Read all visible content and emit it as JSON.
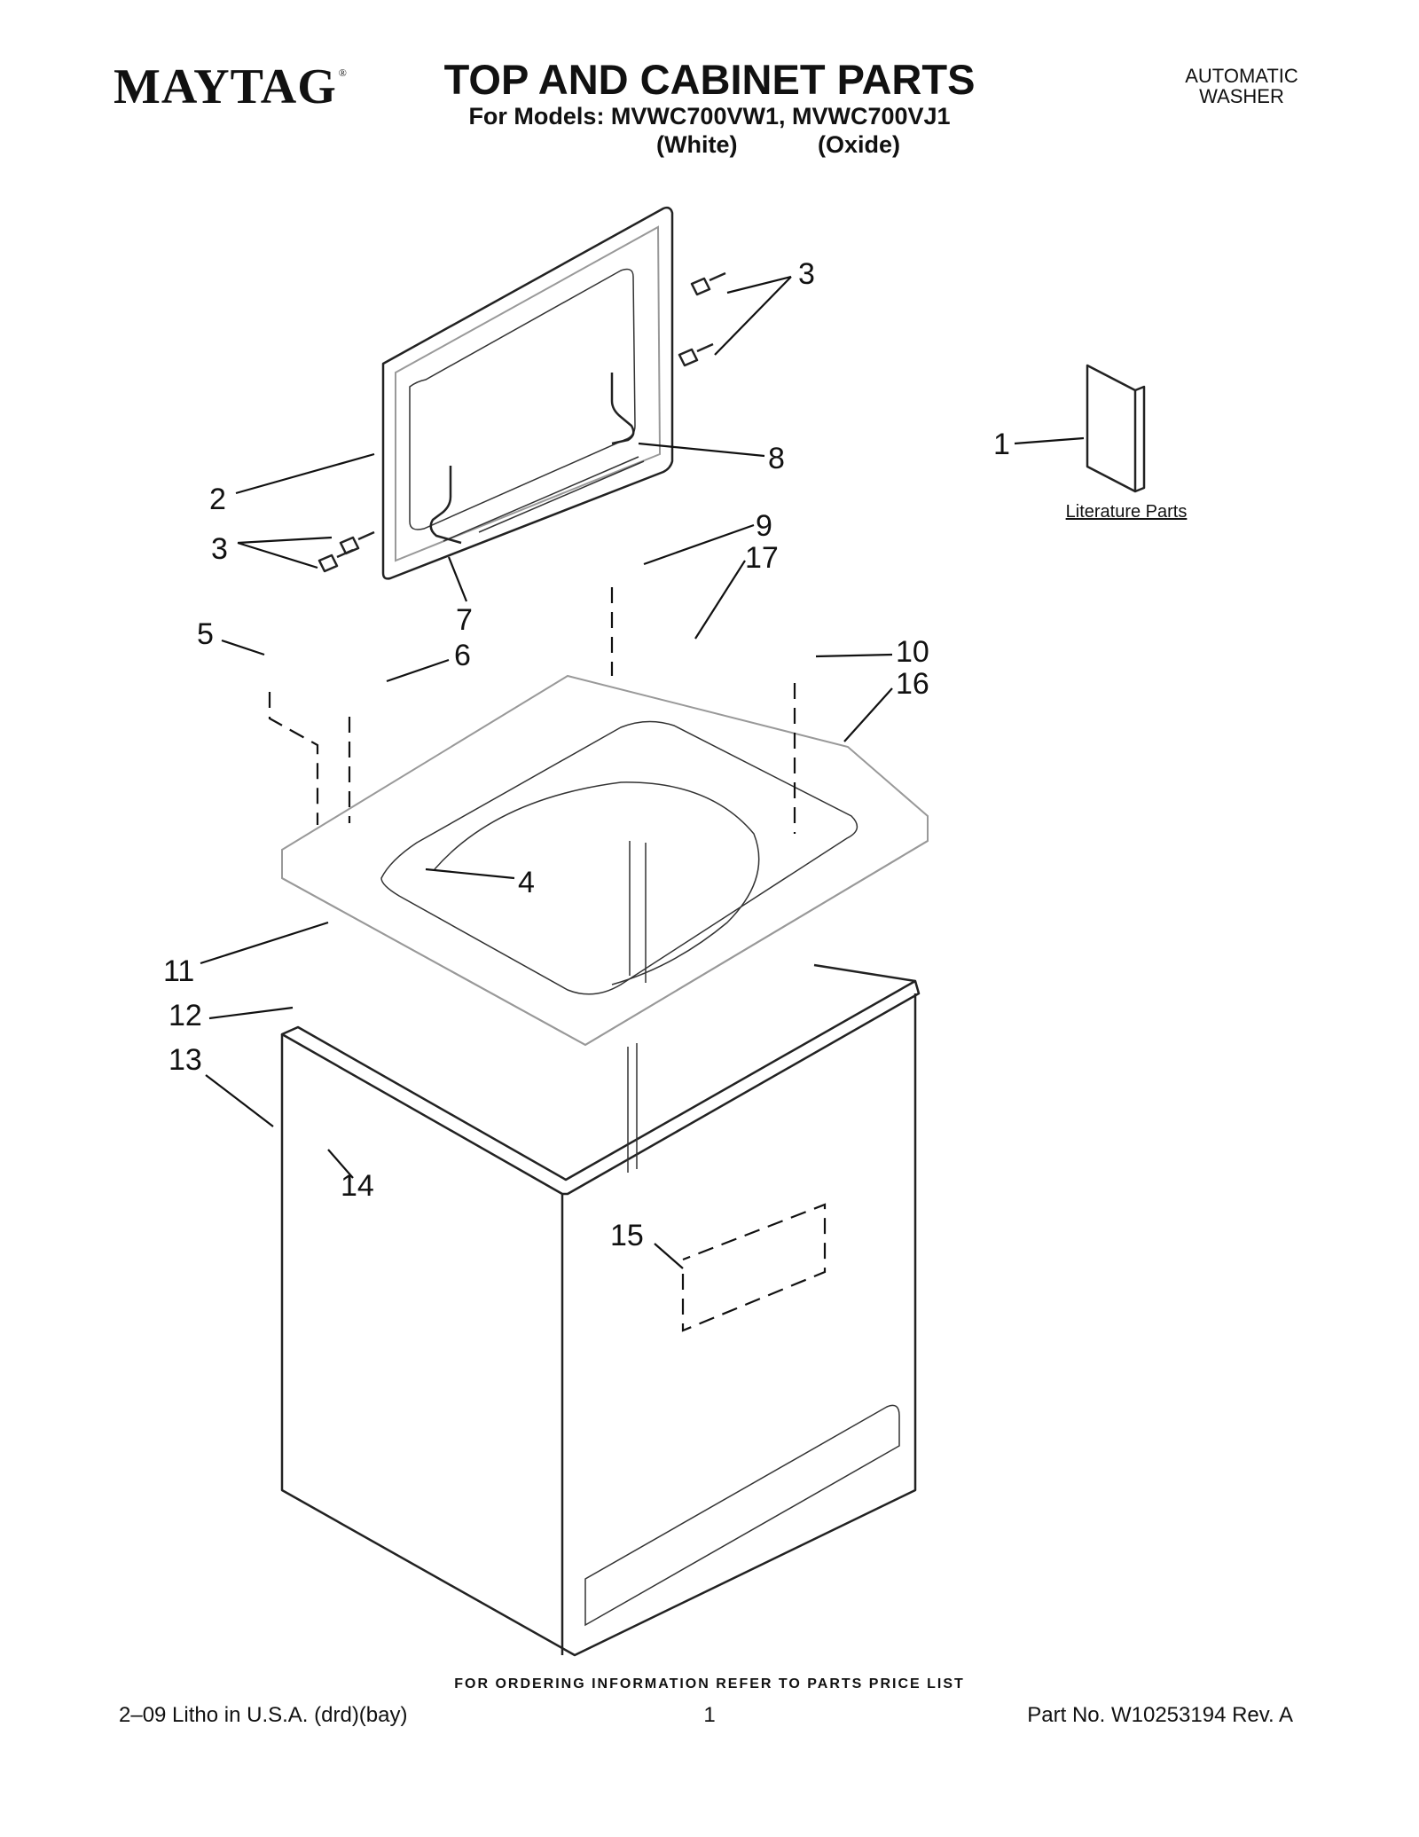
{
  "header": {
    "brand": "MAYTAG",
    "registered_mark": "®",
    "title": "TOP AND CABINET PARTS",
    "models_line": "For Models: MVWC700VW1, MVWC700VJ1",
    "variant_1": "(White)",
    "variant_2": "(Oxide)",
    "product_type_line1": "AUTOMATIC",
    "product_type_line2": "WASHER"
  },
  "diagram": {
    "callouts": [
      "1",
      "2",
      "3",
      "3",
      "4",
      "5",
      "6",
      "7",
      "8",
      "9",
      "17",
      "10",
      "16",
      "11",
      "12",
      "13",
      "14",
      "15"
    ],
    "literature_label": "Literature Parts"
  },
  "footer": {
    "ordering_note": "FOR ORDERING INFORMATION REFER TO PARTS PRICE LIST",
    "litho": "2–09 Litho in U.S.A. (drd)(bay)",
    "page_number": "1",
    "part_number": "Part No. W10253194 Rev. A"
  }
}
